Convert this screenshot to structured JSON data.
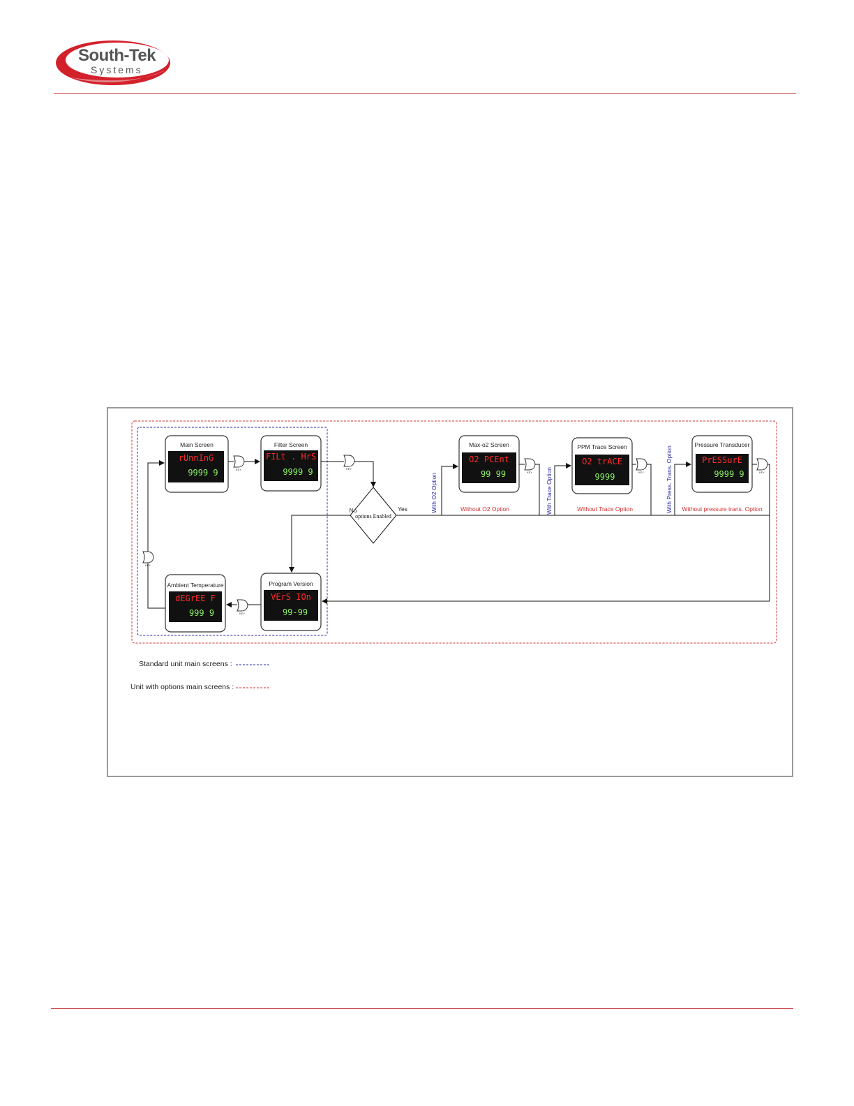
{
  "header": {
    "logo": {
      "name": "South-Tek",
      "sub": "Systems",
      "colors": {
        "swoosh": "#d3212c",
        "text": "#555555"
      }
    }
  },
  "flowchart": {
    "screens": {
      "main": {
        "title": "Main Screen",
        "line1": "rUnnInG",
        "line2": "9999 9"
      },
      "filter": {
        "title": "Filter Screen",
        "line1": "FILt . HrS",
        "line2": "9999 9"
      },
      "maxo2": {
        "title": "Max-o2 Screen",
        "line1": "O2 PCEnt",
        "line2": "99 99"
      },
      "ppm": {
        "title": "PPM Trace Screen",
        "line1": "O2 trACE",
        "line2": "9999"
      },
      "pressure": {
        "title": "Pressure Transducer",
        "line1": "PrESSurE",
        "line2": "9999 9"
      },
      "ambient": {
        "title": "Ambient Temperature",
        "line1": "dEGrEE F",
        "line2": "999 9"
      },
      "program": {
        "title": "Program Version",
        "line1": "VErS IOn",
        "line2": "99-99"
      }
    },
    "decision": {
      "label": "options Enabled",
      "no": "No",
      "yes": "Yes"
    },
    "conditions": {
      "with_o2": "With O2 Option",
      "without_o2": "Without O2 Option",
      "with_trace": "With Trace Option",
      "without_trace": "Without Trace Option",
      "with_press": "With Press. Trans. Option",
      "without_press": "Without pressure trans. Option"
    },
    "key_label": "KEY",
    "colors": {
      "standard_border": "#2b2ba8",
      "options_border": "#d23030",
      "lcd_red": "#ff2a2a",
      "lcd_green": "#8cf066"
    }
  },
  "legend": {
    "standard": "Standard unit main screens :",
    "options": "Unit with options main screens :"
  }
}
